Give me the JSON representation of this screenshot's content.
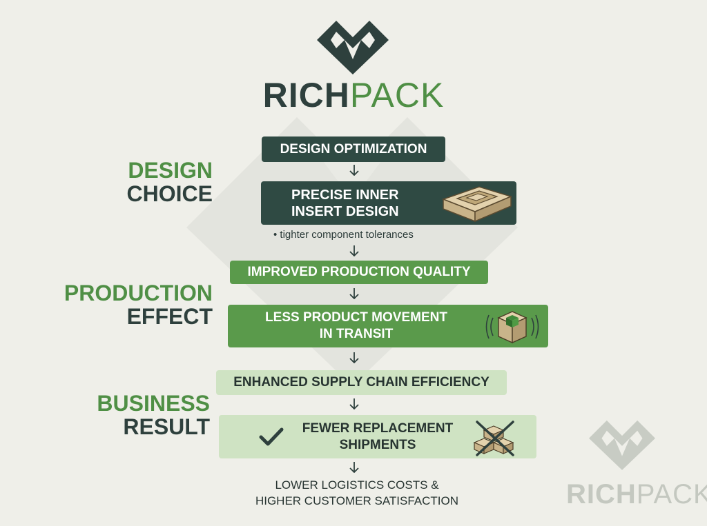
{
  "brand": {
    "name_part1": "RICH",
    "name_part2": "PACK"
  },
  "stages": [
    {
      "line1": "DESIGN",
      "line2": "CHOICE"
    },
    {
      "line1": "PRODUCTION",
      "line2": "EFFECT"
    },
    {
      "line1": "BUSINESS",
      "line2": "RESULT"
    }
  ],
  "flow": {
    "step1": "DESIGN OPTIMIZATION",
    "step2_line1": "PRECISE INNER",
    "step2_line2": "INSERT DESIGN",
    "step2_note": "• tighter component tolerances",
    "step3": "IMPROVED PRODUCTION QUALITY",
    "step4_line1": "LESS PRODUCT MOVEMENT",
    "step4_line2": "IN TRANSIT",
    "step5": "ENHANCED SUPPLY CHAIN EFFICIENCY",
    "step6_line1": "FEWER REPLACEMENT",
    "step6_line2": "SHIPMENTS",
    "final_line1": "LOWER LOGISTICS COSTS &",
    "final_line2": "HIGHER CUSTOMER SATISFACTION"
  },
  "icons": {
    "logo": "richpack-logo-icon",
    "insert": "inner-insert-tray-icon",
    "stable_box": "stable-box-icon",
    "check": "checkmark-icon",
    "crossed_boxes": "crossed-out-boxes-icon",
    "arrow": "arrow-down-icon"
  },
  "colors": {
    "dark": "#2f4a43",
    "green": "#5a9a4b",
    "pale": "#cfe3c3",
    "background": "#efefe9"
  }
}
